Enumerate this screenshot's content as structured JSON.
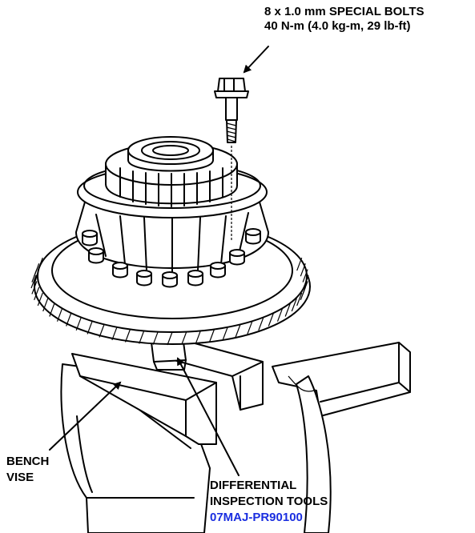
{
  "callouts": {
    "bolts_line1": "8 x 1.0 mm SPECIAL BOLTS",
    "bolts_line2": "40 N-m (4.0 kg-m, 29 lb-ft)",
    "vise_line1": "BENCH",
    "vise_line2": "VISE",
    "tools_line1": "DIFFERENTIAL",
    "tools_line2": "INSPECTION  TOOLS",
    "tools_part_number": "07MAJ-PR90100"
  },
  "colors": {
    "text": "#000000",
    "part_number": "#1a2ee0",
    "line": "#000000",
    "background": "#ffffff"
  }
}
